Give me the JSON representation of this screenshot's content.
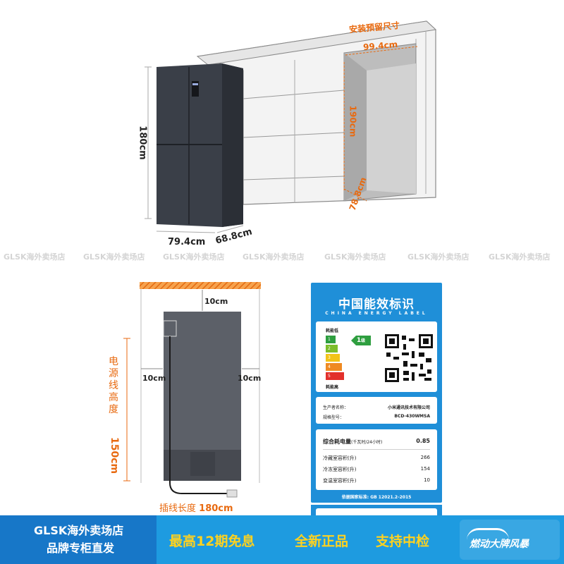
{
  "top": {
    "reserve_title": "安装预留尺寸",
    "reserve_width": "99.4cm",
    "reserve_height": "190cm",
    "reserve_depth": "78.8cm",
    "fridge_height": "180cm",
    "fridge_width": "79.4cm",
    "fridge_depth": "68.8cm"
  },
  "watermarks": [
    "GLSK海外卖场店",
    "GLSK海外卖场店",
    "GLSK海外卖场店",
    "GLSK海外卖场店",
    "GLSK海外卖场店",
    "GLSK海外卖场店",
    "GLSK海外卖场店"
  ],
  "clearance": {
    "top_gap": "10cm",
    "left_gap": "10cm",
    "right_gap": "10cm",
    "cord_height_label": "电源线高度",
    "cord_height_value": "150cm",
    "plug_length_label": "插线长度",
    "plug_length_value": "180cm"
  },
  "energy_label": {
    "title": "中国能效标识",
    "subtitle": "CHINA ENERGY LABEL",
    "low_label": "耗能低",
    "high_label": "耗能高",
    "grades": [
      "1",
      "2",
      "3",
      "4",
      "5"
    ],
    "grade_value": "1",
    "grade_unit": "级",
    "manufacturer_label": "生产者名称：",
    "manufacturer_value": "小米通讯技术有限公司",
    "model_label": "规格型号：",
    "model_value": "BCD-430WMSA",
    "consumption_label": "综合耗电量",
    "consumption_unit": "(千瓦时/24小时)",
    "consumption_value": "0.85",
    "fridge_vol_label": "冷藏室容积(升)",
    "fridge_vol_value": "266",
    "freezer_vol_label": "冷冻室容积(升)",
    "freezer_vol_value": "154",
    "variable_vol_label": "变温室容积(升)",
    "variable_vol_value": "10",
    "standard": "依据国家标准: GB 12021.2-2015"
  },
  "footer": {
    "brand_line1": "GLSK海外卖场店",
    "brand_line2": "品牌专柜直发",
    "promo1": "最高12期免息",
    "promo2": "全新正品",
    "promo3": "支持中检",
    "badge": "燃动大牌风暴"
  },
  "colors": {
    "accent": "#e86a10",
    "label_blue": "#1f8fd8",
    "footer_blue": "#1e9be0",
    "fridge": "#3a3f48"
  }
}
